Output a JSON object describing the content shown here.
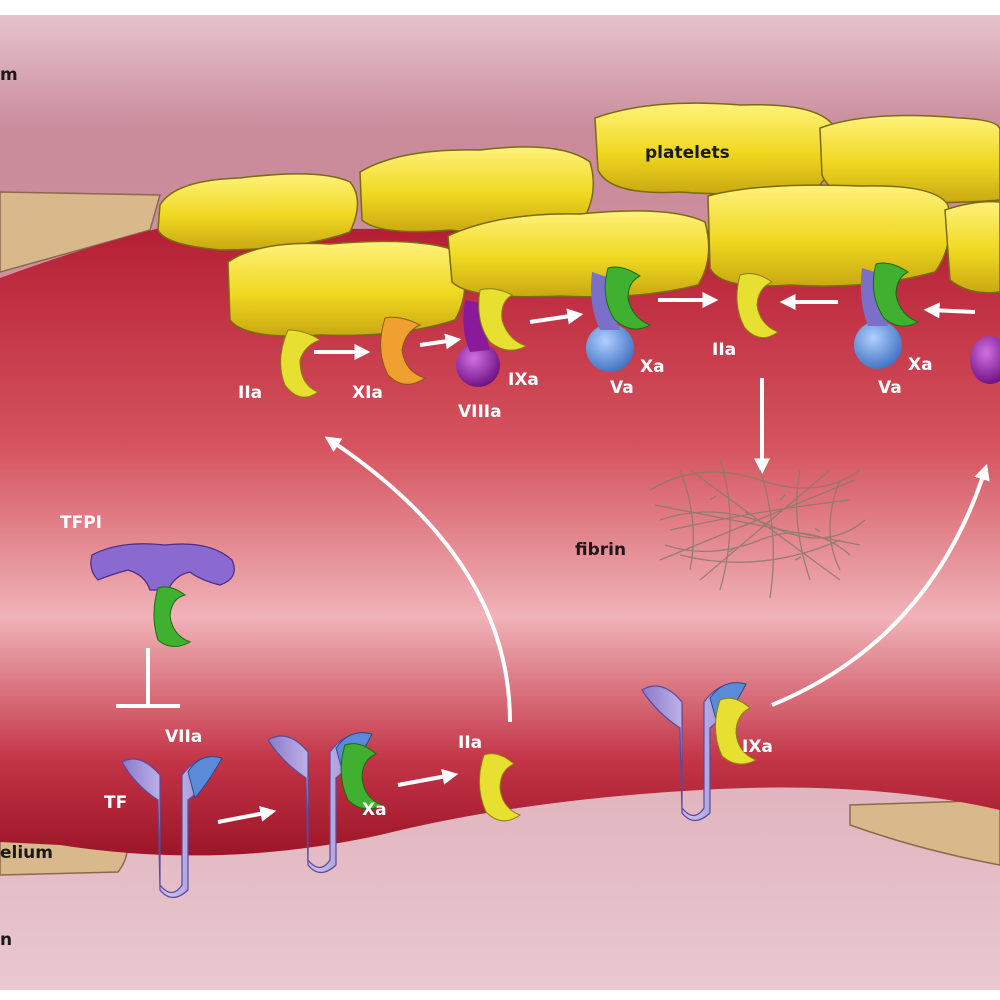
{
  "labels": {
    "lumen_top": "m",
    "lumen_bottom": "n",
    "endothelium": "elium",
    "platelets": "platelets",
    "fibrin": "fibrin",
    "tfpi": "TFPI",
    "tf": "TF",
    "viia": "VIIa",
    "xa_initiation": "Xa",
    "iia_initiation": "IIa",
    "ixa_initiation": "IXa",
    "iia_platelet": "IIa",
    "xia": "XIa",
    "ixa_platelet": "IXa",
    "viiia": "VIIIa",
    "xa_prothrombinase": "Xa",
    "va": "Va",
    "iia_center": "IIa",
    "xa_right": "Xa",
    "va_right": "Va"
  },
  "colors": {
    "platelet": "#f2dc2a",
    "vessel_lumen": "#c8283c",
    "vessel_wall": "#e8b8c0",
    "endothelium_band": "#d8b888",
    "factor_yellow": "#e8e030",
    "factor_green": "#40b030",
    "factor_orange": "#f0a030",
    "factor_purple": "#8a1a9a",
    "factor_blue": "#5a8ad8",
    "tf_lavender": "#a898e0",
    "tfpi_violet": "#8a6ad0",
    "arrow": "#ffffff"
  }
}
